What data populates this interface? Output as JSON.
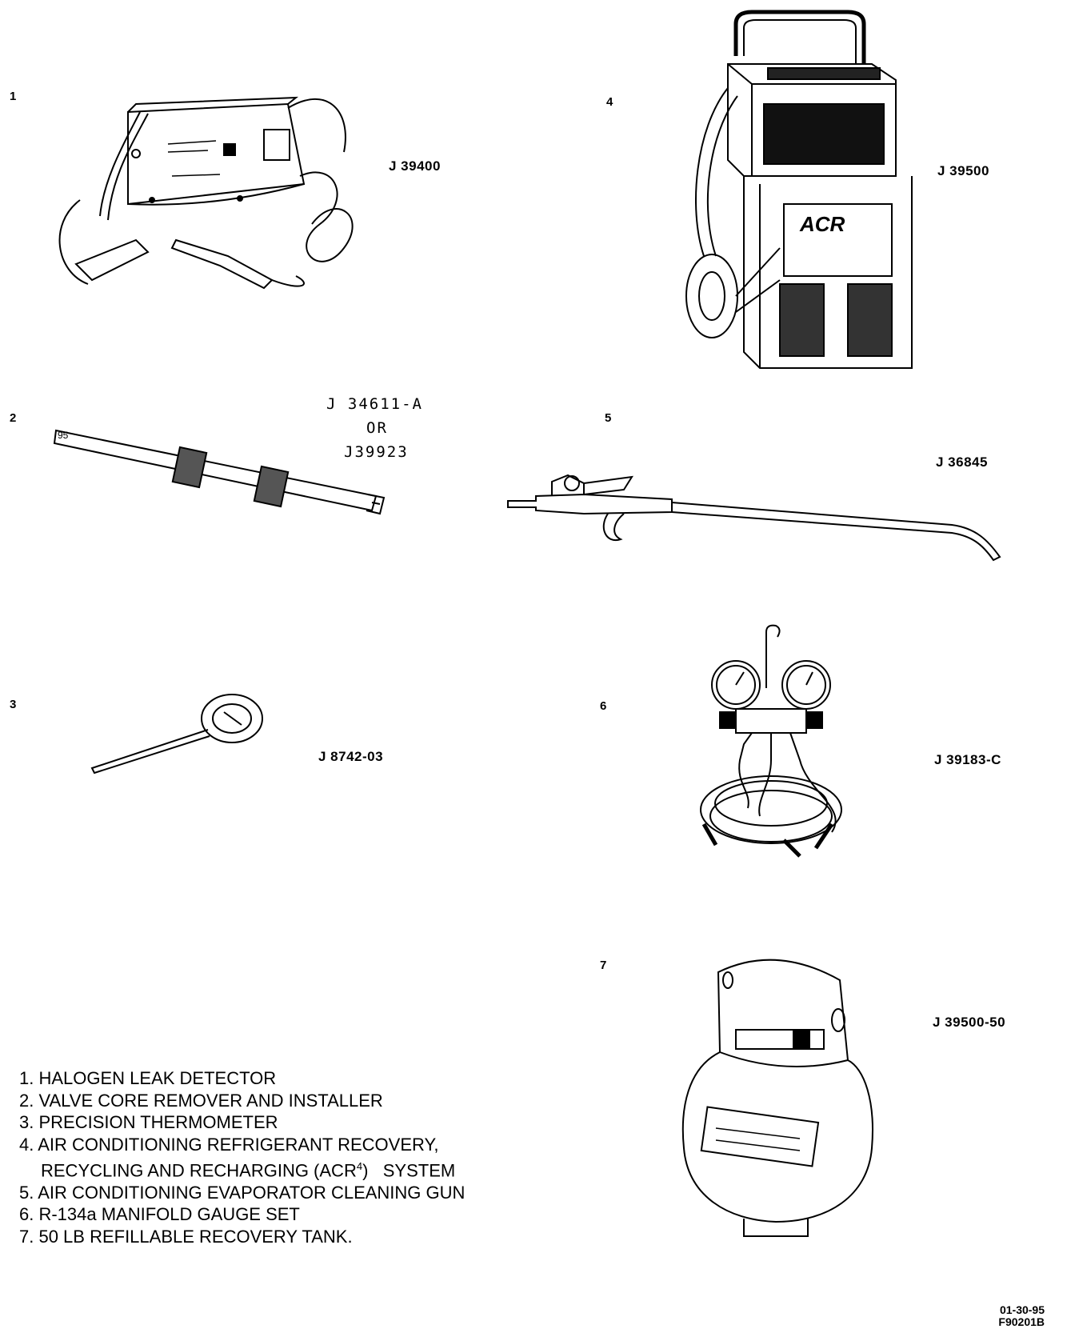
{
  "tools": [
    {
      "number": "1",
      "code": "J 39400"
    },
    {
      "number": "2",
      "code_lines": [
        "J 34611-A",
        "OR",
        "J39923"
      ]
    },
    {
      "number": "3",
      "code": "J 8742-03"
    },
    {
      "number": "4",
      "code": "J 39500"
    },
    {
      "number": "5",
      "code": "J 36845"
    },
    {
      "number": "6",
      "code": "J 39183-C"
    },
    {
      "number": "7",
      "code": "J 39500-50"
    }
  ],
  "device_text": {
    "acr_logo": "ACR"
  },
  "legend": [
    "1. HALOGEN LEAK DETECTOR",
    "2. VALVE CORE REMOVER AND INSTALLER",
    "3. PRECISION THERMOMETER",
    "4. AIR CONDITIONING REFRIGERANT RECOVERY,",
    "RECYCLING AND RECHARGING (ACR",
    "4",
    ")   SYSTEM",
    "5. AIR CONDITIONING EVAPORATOR CLEANING GUN",
    "6. R-134a MANIFOLD GAUGE SET",
    "7. 50 LB REFILLABLE RECOVERY TANK."
  ],
  "stamp": {
    "date": "01-30-95",
    "figure": "F90201B"
  }
}
